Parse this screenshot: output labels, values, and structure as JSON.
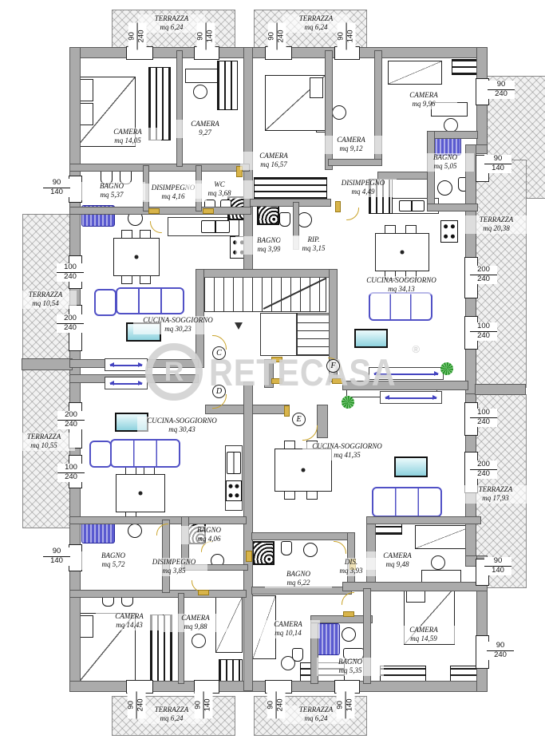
{
  "watermark": {
    "logo": "R",
    "text": "RETECASA",
    "reg": "®"
  },
  "entrances": [
    {
      "label": "C"
    },
    {
      "label": "D"
    },
    {
      "label": "E"
    },
    {
      "label": "F"
    }
  ],
  "rooms": [
    {
      "name": "TERRAZZA",
      "area": "mq 6,24"
    },
    {
      "name": "TERRAZZA",
      "area": "mq 6,24"
    },
    {
      "name": "CAMERA",
      "area": "mq 14,05"
    },
    {
      "name": "CAMERA",
      "area": "9,27"
    },
    {
      "name": "CAMERA",
      "area": "mq 16,57"
    },
    {
      "name": "CAMERA",
      "area": "mq 9,12"
    },
    {
      "name": "CAMERA",
      "area": "mq 9,96"
    },
    {
      "name": "BAGNO",
      "area": "mq 5,05"
    },
    {
      "name": "BAGNO",
      "area": "mq 5,37"
    },
    {
      "name": "DISIMPEGNO",
      "area": "mq 4,16"
    },
    {
      "name": "WC",
      "area": "mq 3,68"
    },
    {
      "name": "DISIMPEGNO",
      "area": "mq 4,49"
    },
    {
      "name": "TERRAZZA",
      "area": "mq 20,38"
    },
    {
      "name": "BAGNO",
      "area": "mq 3,99"
    },
    {
      "name": "RIP.",
      "area": "mq 3,15"
    },
    {
      "name": "CUCINA-SOGGIORNO",
      "area": "mq 34,13"
    },
    {
      "name": "TERRAZZA",
      "area": "mq 10,54"
    },
    {
      "name": "CUCINA-SOGGIORNO",
      "area": "mq 30,23"
    },
    {
      "name": "CUCINA-SOGGIORNO",
      "area": "mq 30,43"
    },
    {
      "name": "TERRAZZA",
      "area": "mq 10,55"
    },
    {
      "name": "CUCINA-SOGGIORNO",
      "area": "mq 41,35"
    },
    {
      "name": "TERRAZZA",
      "area": "mq 17,93"
    },
    {
      "name": "BAGNO",
      "area": "mq 4,06"
    },
    {
      "name": "BAGNO",
      "area": "mq 5,72"
    },
    {
      "name": "DISIMPEGNO",
      "area": "mq 3,85"
    },
    {
      "name": "BAGNO",
      "area": "mq 6,22"
    },
    {
      "name": "DIS.",
      "area": "mq 3,93"
    },
    {
      "name": "CAMERA",
      "area": "mq 9,48"
    },
    {
      "name": "CAMERA",
      "area": "mq 14,43"
    },
    {
      "name": "CAMERA",
      "area": "mq 9,88"
    },
    {
      "name": "CAMERA",
      "area": "mq 10,14"
    },
    {
      "name": "BAGNO",
      "area": "mq 5,35"
    },
    {
      "name": "CAMERA",
      "area": "mq 14,59"
    },
    {
      "name": "TERRAZZA",
      "area": "mq 6,24"
    },
    {
      "name": "TERRAZZA",
      "area": "mq 6,24"
    }
  ],
  "dims": [
    {
      "a": "90",
      "b": "240"
    },
    {
      "a": "90",
      "b": "140"
    },
    {
      "a": "90",
      "b": "240"
    },
    {
      "a": "90",
      "b": "140"
    },
    {
      "a": "90",
      "b": "240"
    },
    {
      "a": "90",
      "b": "140"
    },
    {
      "a": "90",
      "b": "140"
    },
    {
      "a": "100",
      "b": "240"
    },
    {
      "a": "200",
      "b": "240"
    },
    {
      "a": "200",
      "b": "240"
    },
    {
      "a": "100",
      "b": "240"
    },
    {
      "a": "200",
      "b": "240"
    },
    {
      "a": "100",
      "b": "240"
    },
    {
      "a": "100",
      "b": "240"
    },
    {
      "a": "200",
      "b": "240"
    },
    {
      "a": "90",
      "b": "140"
    },
    {
      "a": "90",
      "b": "140"
    },
    {
      "a": "90",
      "b": "240"
    },
    {
      "a": "90",
      "b": "240"
    },
    {
      "a": "90",
      "b": "140"
    },
    {
      "a": "90",
      "b": "240"
    },
    {
      "a": "90",
      "b": "140"
    }
  ]
}
